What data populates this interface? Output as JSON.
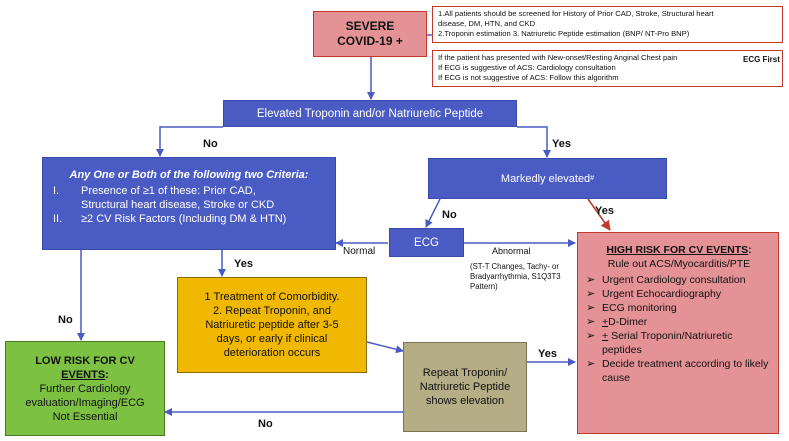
{
  "severe": {
    "line1": "SEVERE",
    "line2": "COVID-19 +"
  },
  "note1": {
    "line1": "1.All patients should be screened for History of Prior CAD, Stroke, Structural heart",
    "line2": "disease, DM, HTN, and CKD",
    "line3": "2.Troponin estimation   3. Natriuretic Peptide estimation (BNP/ NT-Pro BNP)"
  },
  "note2": {
    "line1": "If the patient has presented with New-onset/Resting Anginal Chest pain",
    "ecg_first": "ECG First",
    "line2": "If ECG is suggestive of ACS: Cardiology consultation",
    "line3": "If ECG is not suggestive of ACS: Follow this algorithm"
  },
  "elevated": "Elevated Troponin and/or Natriuretic Peptide",
  "criteria": {
    "title": "Any One or Both of the following two Criteria",
    "colon": ":",
    "item1_num": "I.",
    "item1_pre": "Presence of ",
    "item1_sym": "≥1",
    "item1_post": " of these: Prior CAD,",
    "item1_cont": "Structural heart disease, Stroke or CKD",
    "item2_num": "II.",
    "item2_sym": "≥2",
    "item2_post": " CV Risk Factors (Including DM & HTN)"
  },
  "markedly": {
    "text": "Markedly elevated",
    "sup": "#"
  },
  "ecg": "ECG",
  "abnormal": {
    "label": "Abnormal",
    "detail1": "(ST-T Changes, Tachy- or",
    "detail2": "Bradyarrhythmia, S1Q3T3",
    "detail3": "Pattern)"
  },
  "edges": {
    "no1": "No",
    "yes1": "Yes",
    "no2": "No",
    "yes2": "Yes",
    "normal": "Normal",
    "yes3": "Yes",
    "no3": "No",
    "yes4": "Yes",
    "no4": "No"
  },
  "treatment": {
    "line1": "1 Treatment of Comorbidity.",
    "line2": "2. Repeat Troponin, and",
    "line3": "Natriuretic peptide after 3-5",
    "line4": "days, or early if clinical",
    "line5": "deterioration occurs"
  },
  "repeat": {
    "line1": "Repeat Troponin/",
    "line2": "Natriuretic Peptide",
    "line3": "shows elevation"
  },
  "low": {
    "title1": "LOW RISK FOR CV",
    "title2": "EVENTS",
    "colon": ":",
    "line1": "Further Cardiology",
    "line2": "evaluation/Imaging/ECG",
    "line3": "Not Essential"
  },
  "high": {
    "title": "HIGH RISK FOR CV EVENTS",
    "colon": ":",
    "subtitle": "Rule out ACS/Myocarditis/PTE",
    "items": [
      "Urgent Cardiology consultation",
      "Urgent Echocardiography",
      "ECG monitoring",
      "D-Dimer",
      "Serial Troponin/Natriuretic peptides",
      "Decide treatment according to likely cause"
    ],
    "pm_sym": "+"
  },
  "colors": {
    "blue": "#4a5bc4",
    "pink": "#e49295",
    "red": "#c0392b",
    "amber": "#f0b800",
    "khaki": "#b5ad86",
    "green": "#7dc142",
    "arrow_blue": "#4a5bc4"
  }
}
